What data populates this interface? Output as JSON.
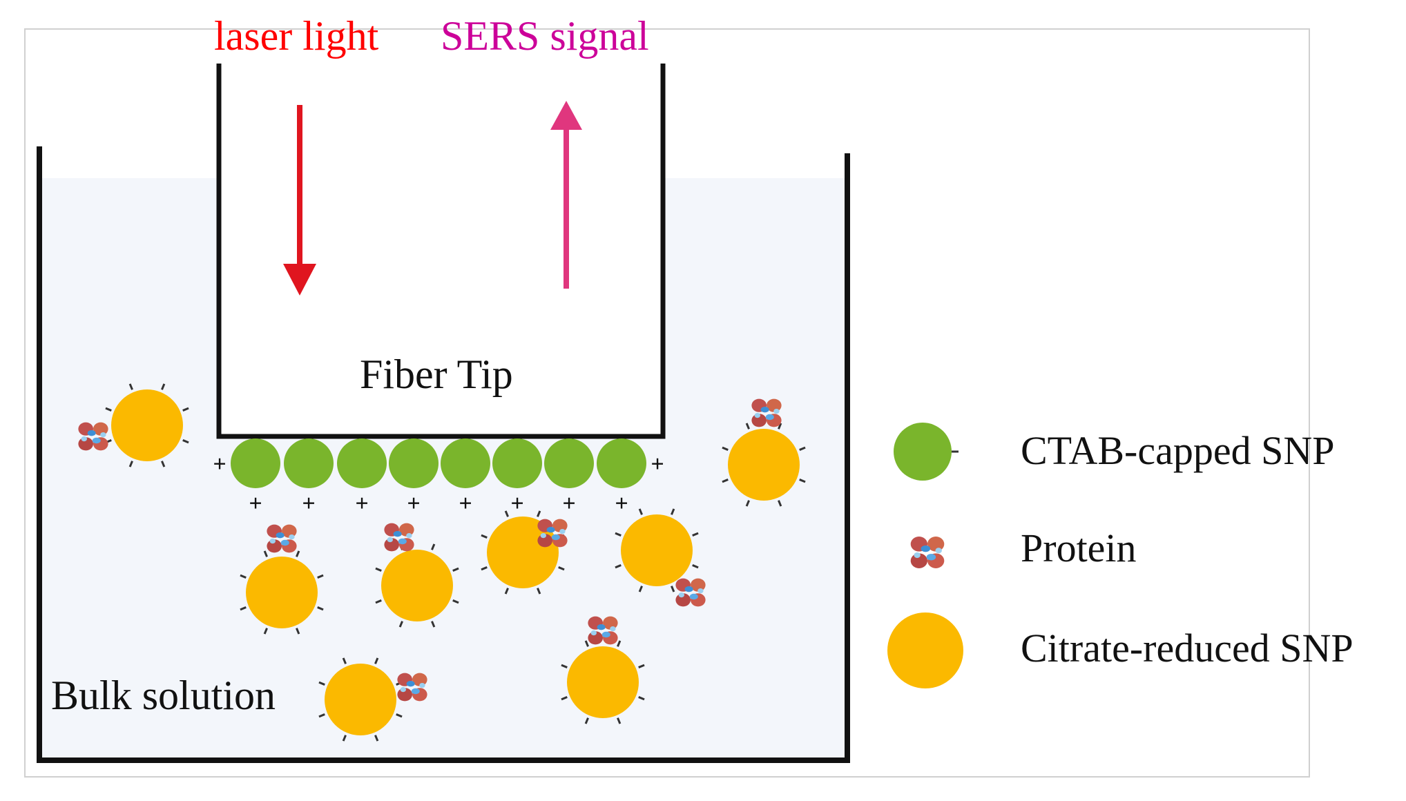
{
  "labels": {
    "laser_light": "laser light",
    "sers_signal": "SERS signal",
    "fiber_tip": "Fiber Tip",
    "bulk_solution": "Bulk solution"
  },
  "legend": {
    "ctab": "CTAB-capped  SNP",
    "protein": "Protein",
    "citrate": "Citrate-reduced  SNP"
  },
  "charges": {
    "positive": "+"
  },
  "colors": {
    "laser_arrow": "#e0151f",
    "sers_arrow": "#e0367e",
    "laser_text": "#ff0000",
    "sers_text": "#cc0099",
    "ctab_particle": "#7ab52c",
    "citrate_particle": "#fbb900",
    "solution": "#f3f6fb",
    "outline": "#111111"
  }
}
